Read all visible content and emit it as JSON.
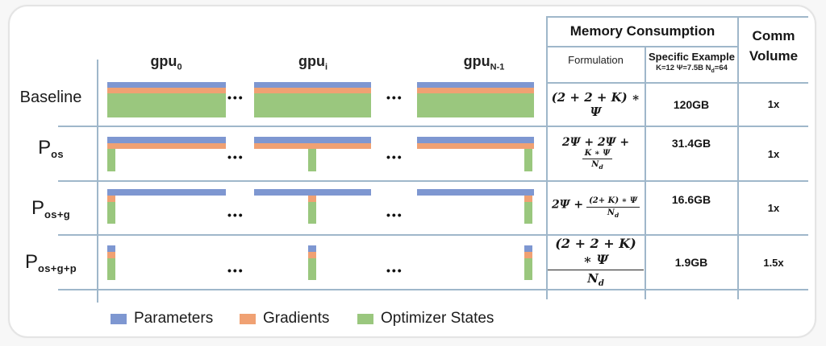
{
  "gpu_headers": [
    {
      "base": "gpu",
      "sub": "0"
    },
    {
      "base": "gpu",
      "sub": "i"
    },
    {
      "base": "gpu",
      "sub": "N-1"
    }
  ],
  "dots": "•••",
  "rows": [
    {
      "label": "Baseline",
      "label_sub": "",
      "formula": {
        "text": "(2 + 2 + K) ∗ Ψ"
      },
      "example": "120GB",
      "comm": "1x",
      "bars": {
        "parameters": "full",
        "gradients": "full",
        "optimizer_states": "full"
      }
    },
    {
      "label": "P",
      "label_sub": "os",
      "formula": {
        "pre": "2Ψ + 2Ψ +",
        "num": "K ∗ Ψ",
        "den": "N",
        "den_sub": "d"
      },
      "example": "31.4GB",
      "comm": "1x",
      "bars": {
        "parameters": "full",
        "gradients": "full",
        "optimizer_states": "partitioned"
      }
    },
    {
      "label": "P",
      "label_sub": "os+g",
      "formula": {
        "pre": "2Ψ +",
        "num": "(2+ K) ∗ Ψ",
        "den": "N",
        "den_sub": "d"
      },
      "example": "16.6GB",
      "comm": "1x",
      "bars": {
        "parameters": "full",
        "gradients": "partitioned",
        "optimizer_states": "partitioned"
      }
    },
    {
      "label": "P",
      "label_sub": "os+g+p",
      "formula": {
        "num": "(2 + 2 + K) ∗ Ψ",
        "den": "N",
        "den_sub": "d"
      },
      "example": "1.9GB",
      "comm": "1.5x",
      "bars": {
        "parameters": "partitioned",
        "gradients": "partitioned",
        "optimizer_states": "partitioned"
      }
    }
  ],
  "table": {
    "memory_header": "Memory Consumption",
    "formulation_header": "Formulation",
    "example_header": "Specific Example",
    "example_note": {
      "pre": "K=12 Ψ=7.5B N",
      "sub": "d",
      "post": "=64"
    },
    "comm_line1": "Comm",
    "comm_line2": "Volume"
  },
  "legend": [
    {
      "label": "Parameters",
      "color": "#7E97D1"
    },
    {
      "label": "Gradients",
      "color": "#F0A173"
    },
    {
      "label": "Optimizer States",
      "color": "#9AC77E"
    }
  ],
  "colors": {
    "parameters": "#7E97D1",
    "gradients": "#F0A173",
    "optimizer_states": "#9AC77E",
    "grid_line": "#9FB7CA"
  }
}
